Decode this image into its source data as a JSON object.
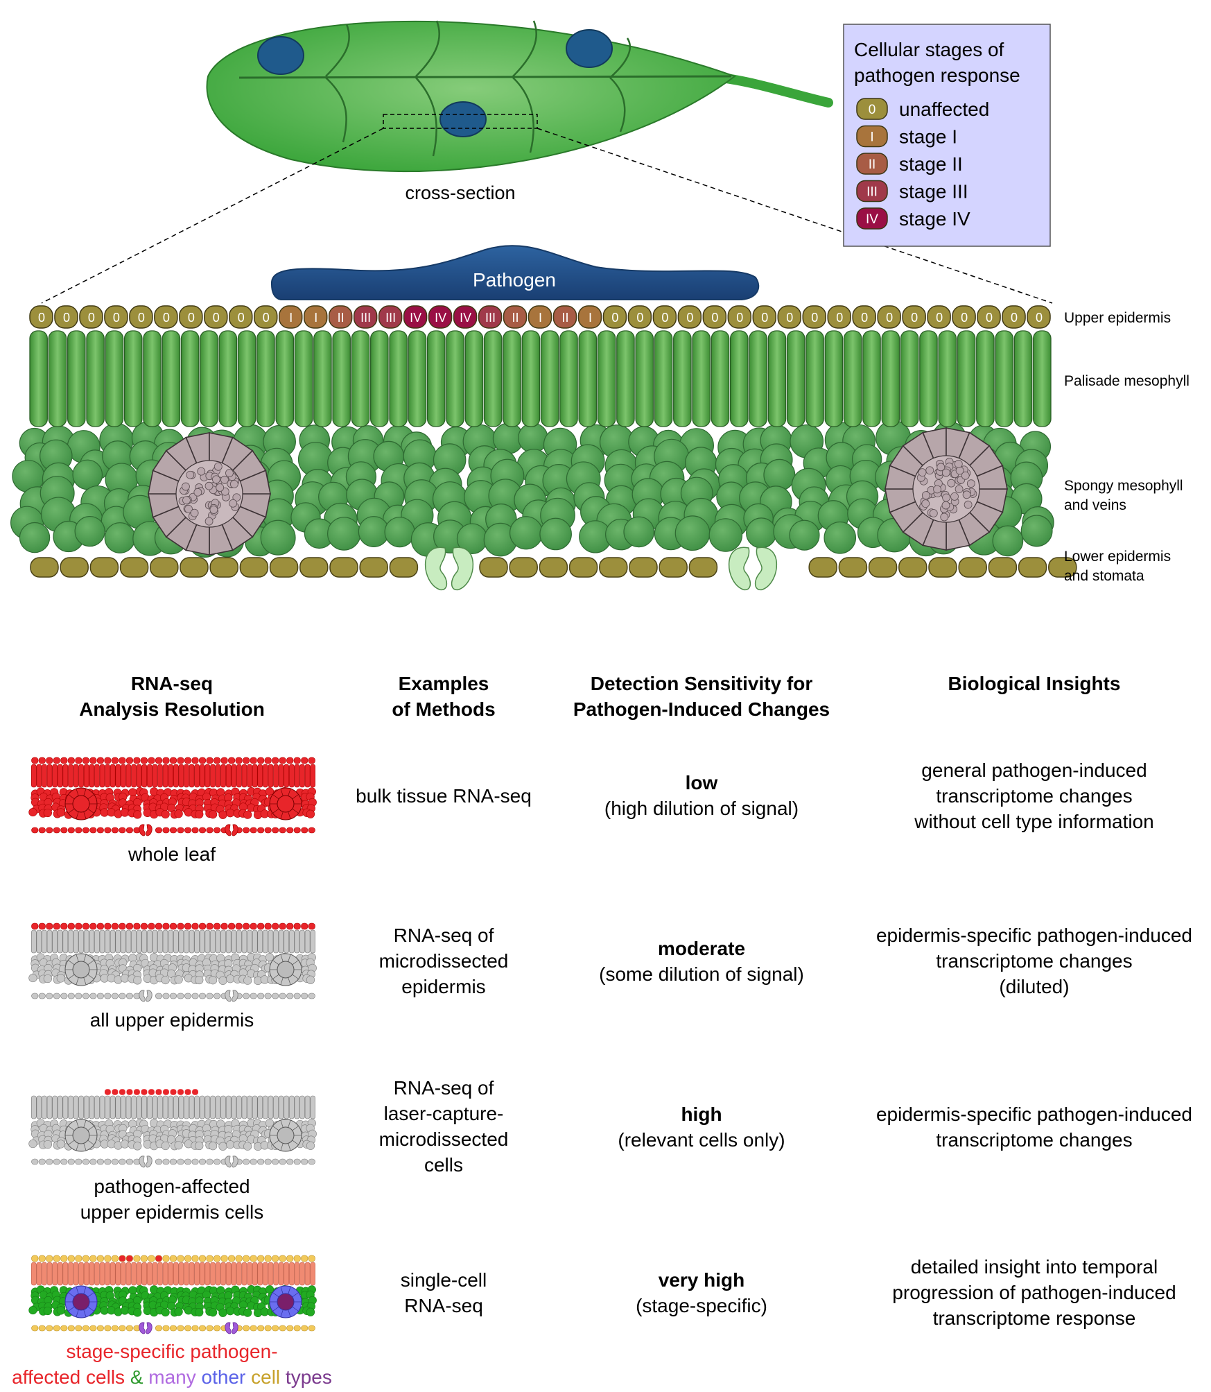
{
  "leaf": {
    "cross_section_label": "cross-section"
  },
  "pathogen_label": "Pathogen",
  "legend": {
    "title_line1": "Cellular stages of",
    "title_line2": "pathogen response",
    "items": [
      {
        "symbol": "0",
        "label": "unaffected",
        "color": "#9c8f3c"
      },
      {
        "symbol": "I",
        "label": "stage I",
        "color": "#a8743c"
      },
      {
        "symbol": "II",
        "label": "stage II",
        "color": "#a85c45"
      },
      {
        "symbol": "III",
        "label": "stage III",
        "color": "#a0394a"
      },
      {
        "symbol": "IV",
        "label": "stage IV",
        "color": "#9a0f45"
      }
    ]
  },
  "epidermis_sequence": [
    "0",
    "0",
    "0",
    "0",
    "0",
    "0",
    "0",
    "0",
    "0",
    "0",
    "I",
    "I",
    "II",
    "III",
    "III",
    "IV",
    "IV",
    "IV",
    "III",
    "II",
    "I",
    "II",
    "I",
    "0",
    "0",
    "0",
    "0",
    "0",
    "0",
    "0",
    "0",
    "0",
    "0",
    "0",
    "0",
    "0",
    "0",
    "0",
    "0",
    "0",
    "0"
  ],
  "layer_labels": {
    "upper": "Upper epidermis",
    "palisade": "Palisade mesophyll",
    "spongy_1": "Spongy mesophyll",
    "spongy_2": "and veins",
    "lower_1": "Lower epidermis",
    "lower_2": "and stomata"
  },
  "table": {
    "headers": [
      {
        "line1": "RNA-seq",
        "line2": "Analysis Resolution"
      },
      {
        "line1": "Examples",
        "line2": "of Methods"
      },
      {
        "line1": "Detection Sensitivity for",
        "line2": "Pathogen-Induced Changes"
      },
      {
        "line1": "Biological Insights",
        "line2": ""
      }
    ],
    "rows": [
      {
        "resolution": [
          "whole leaf"
        ],
        "method": [
          "bulk tissue RNA-seq"
        ],
        "sensitivity": "low",
        "sensitivity_note": "(high dilution of signal)",
        "insight": [
          "general pathogen-induced",
          "transcriptome changes",
          "without cell type information"
        ]
      },
      {
        "resolution": [
          "all upper epidermis"
        ],
        "method": [
          "RNA-seq of",
          "microdissected",
          "epidermis"
        ],
        "sensitivity": "moderate",
        "sensitivity_note": "(some dilution of signal)",
        "insight": [
          "epidermis-specific pathogen-induced",
          "transcriptome changes",
          "(diluted)"
        ]
      },
      {
        "resolution": [
          "pathogen-affected",
          "upper epidermis cells"
        ],
        "method": [
          "RNA-seq of",
          "laser-capture-",
          "microdissected",
          "cells"
        ],
        "sensitivity": "high",
        "sensitivity_note": "(relevant cells only)",
        "insight": [
          "epidermis-specific pathogen-induced",
          "transcriptome changes"
        ]
      },
      {
        "resolution_colored_line1": "stage-specific pathogen-",
        "resolution_colored_line2": [
          {
            "text": "affected cells",
            "color": "#e8252a"
          },
          {
            "text": " & ",
            "color": "#2e9a2e"
          },
          {
            "text": "many",
            "color": "#b06be0"
          },
          {
            "text": " other",
            "color": "#5a62e8"
          },
          {
            "text": " cell",
            "color": "#c7a12a"
          },
          {
            "text": " types",
            "color": "#7b3a8e"
          }
        ],
        "method": [
          "single-cell",
          "RNA-seq"
        ],
        "sensitivity": "very high",
        "sensitivity_note": "(stage-specific)",
        "insight": [
          "detailed insight into temporal",
          "progression of pathogen-induced",
          "transcriptome response"
        ]
      }
    ]
  },
  "colors": {
    "leaf": "#3aa53a",
    "lesion": "#1f5a8c",
    "pathogen": "#1f4f86",
    "palisade": "#5fae4f",
    "spongy": "#4e9a4e",
    "vein": "#b7a6aa",
    "stomata": "#c8ecc0",
    "legend_bg": "#d4d4ff",
    "mini_red": "#e8252a",
    "mini_gray": "#c8c8c8",
    "sc_yellow": "#f2c95a",
    "sc_salmon": "#f08a72",
    "sc_green": "#22aa22",
    "sc_blue": "#6a6ef0",
    "sc_purple": "#a05ad8"
  }
}
